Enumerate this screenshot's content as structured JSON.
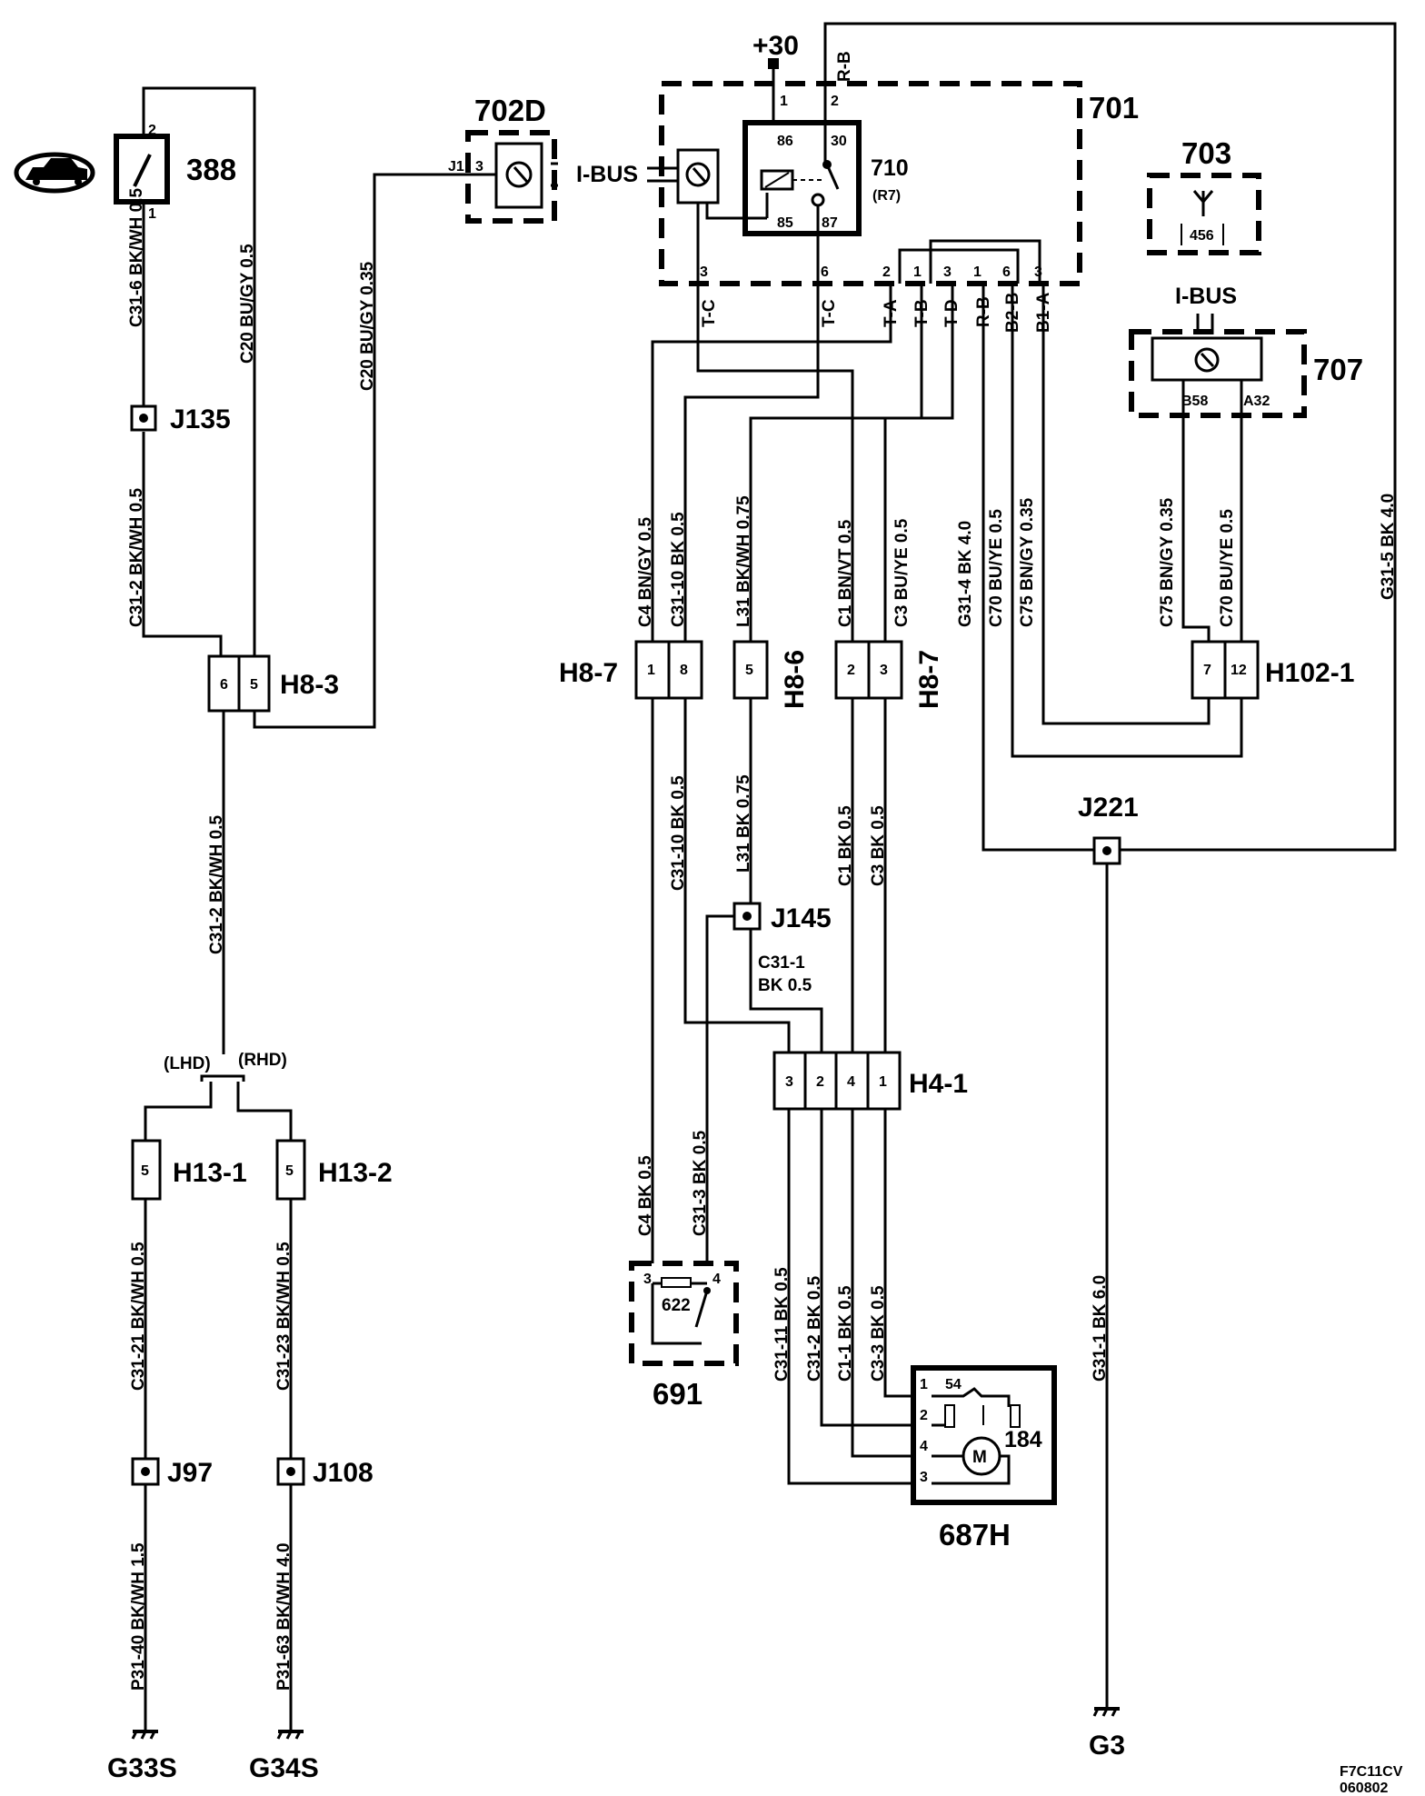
{
  "diagram_code": "F7C11CV",
  "diagram_date": "060802",
  "components": {
    "c388": "388",
    "c702d": "702D",
    "c701": "701",
    "c710": "710",
    "c710_sub": "(R7)",
    "c703": "703",
    "c703_pin": "456",
    "c707": "707",
    "c691": "691",
    "c622": "622",
    "c687h": "687H",
    "c184": "184",
    "plus30": "+30"
  },
  "connectors": {
    "h8_3": "H8-3",
    "h8_7a": "H8-7",
    "h8_6": "H8-6",
    "h8_7b": "H8-7",
    "h102_1": "H102-1",
    "h4_1": "H4-1",
    "h13_1": "H13-1",
    "h13_2": "H13-2"
  },
  "junctions": {
    "j135": "J135",
    "j221": "J221",
    "j145": "J145",
    "j97": "J97",
    "j108": "J108"
  },
  "grounds": {
    "g33s": "G33S",
    "g34s": "G34S",
    "g3": "G3"
  },
  "pins": {
    "p388_2": "2",
    "p388_1": "1",
    "p702_j1": "J1",
    "p702_3": "3",
    "p701_1": "1",
    "p701_2": "2",
    "p710_86": "86",
    "p710_30": "30",
    "p710_85": "85",
    "p710_87": "87",
    "p701_b3": "3",
    "p701_b6": "6",
    "p701_b2": "2",
    "p701_b1a": "1",
    "p701_b3b": "3",
    "p701_b1b": "1",
    "p701_b6b": "6",
    "p701_b3c": "3",
    "p707_b58": "B58",
    "p707_a32": "A32",
    "h8_3_6": "6",
    "h8_3_5": "5",
    "h8_7_1": "1",
    "h8_7_8": "8",
    "h8_6_5": "5",
    "h8_7_2": "2",
    "h8_7_3": "3",
    "h102_7": "7",
    "h102_12": "12",
    "h4_3": "3",
    "h4_2": "2",
    "h4_4": "4",
    "h4_1": "1",
    "h13_1_5": "5",
    "h13_2_5": "5",
    "p691_3": "3",
    "p691_4": "4",
    "p687_1": "1",
    "p687_54": "54",
    "p687_2": "2",
    "p687_4": "4",
    "p687_3": "3"
  },
  "bus_labels": {
    "ibus_701": "I-BUS",
    "ibus_707": "I-BUS"
  },
  "signal_labels": {
    "rb_top": "R-B",
    "tc1": "T-C",
    "tc2": "T-C",
    "ta": "T-A",
    "tb": "T-B",
    "td": "T-D",
    "rb": "R-B",
    "b2b": "B2-B",
    "b1a": "B1-A"
  },
  "side_labels": {
    "lhd": "(LHD)",
    "rhd": "(RHD)"
  },
  "wires": {
    "w_c31_6": "C31-6 BK/WH 0.5",
    "w_c20_a": "C20 BU/GY 0.5",
    "w_c20_b": "C20 BU/GY 0.35",
    "w_c31_2a": "C31-2 BK/WH 0.5",
    "w_c31_2b": "C31-2 BK/WH 0.5",
    "w_c4a": "C4 BN/GY 0.5",
    "w_c31_10a": "C31-10 BK 0.5",
    "w_l31a": "L31 BK/WH 0.75",
    "w_c1a": "C1 BN/VT 0.5",
    "w_c3a": "C3 BU/YE 0.5",
    "w_g31_4": "G31-4 BK 4.0",
    "w_c70a": "C70 BU/YE 0.5",
    "w_c75a": "C75 BN/GY 0.35",
    "w_c75b": "C75 BN/GY 0.35",
    "w_c70b": "C70 BU/YE 0.5",
    "w_g31_5": "G31-5 BK 4.0",
    "w_c31_10b": "C31-10 BK 0.5",
    "w_l31b": "L31 BK 0.75",
    "w_c1b": "C1 BK 0.5",
    "w_c3b": "C3 BK 0.5",
    "w_c31_1_line1": "C31-1",
    "w_c31_1_line2": "BK 0.5",
    "w_c4b": "C4 BK 0.5",
    "w_c31_3": "C31-3 BK 0.5",
    "w_c31_11": "C31-11 BK 0.5",
    "w_c31_2c": "C31-2 BK 0.5",
    "w_c1_1": "C1-1 BK 0.5",
    "w_c3_3": "C3-3 BK 0.5",
    "w_g31_1": "G31-1 BK 6.0",
    "w_c31_21": "C31-21 BK/WH 0.5",
    "w_c31_23": "C31-23 BK/WH 0.5",
    "w_p31_40": "P31-40 BK/WH 1.5",
    "w_p31_63": "P31-63 BK/WH 4.0"
  },
  "icons": {
    "car": "car-hood-icon",
    "ground": "ground-icon",
    "antenna": "antenna-icon",
    "motor": "motor-icon"
  }
}
